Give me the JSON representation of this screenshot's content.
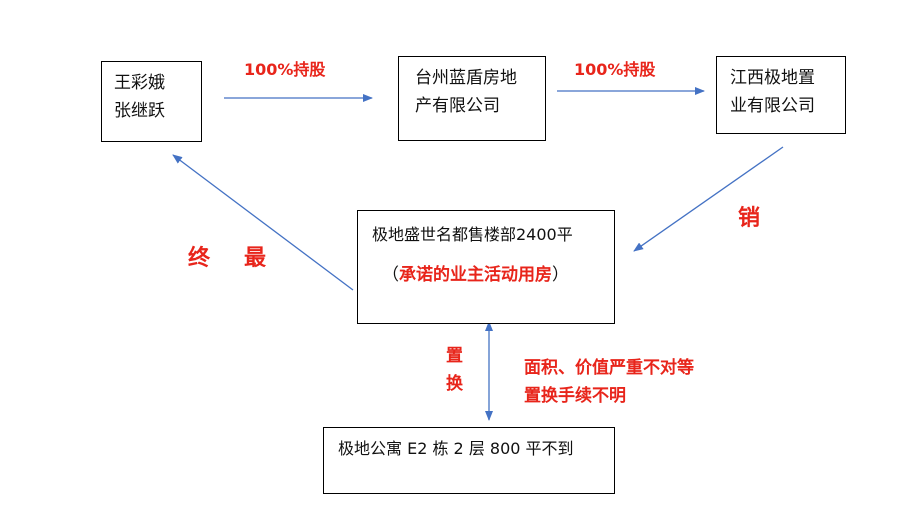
{
  "nodes": {
    "people": {
      "line1": "王彩娥",
      "line2": "张继跃"
    },
    "taizhou": {
      "line1": "台州蓝盾房地",
      "line2": "产有限公司"
    },
    "jiangxi": {
      "line1": "江西极地置",
      "line2": "业有限公司"
    },
    "sales": {
      "line1": "极地盛世名都售楼部2400平",
      "line2": "承诺的业主活动用房",
      "paren_open": "（",
      "paren_close": "）"
    },
    "apartment": {
      "line1": "极地公寓 E2 栋 2 层 800 平不到"
    }
  },
  "edges": {
    "share1": "100%持股",
    "share2": "100%持股",
    "sell": "销",
    "final_a": "终",
    "final_b": "最",
    "swap_a": "置",
    "swap_b": "换"
  },
  "note": {
    "line1": "面积、价值严重不对等",
    "line2": "置换手续不明"
  },
  "colors": {
    "arrow": "#4472c4",
    "emphasis": "#e8251b"
  }
}
